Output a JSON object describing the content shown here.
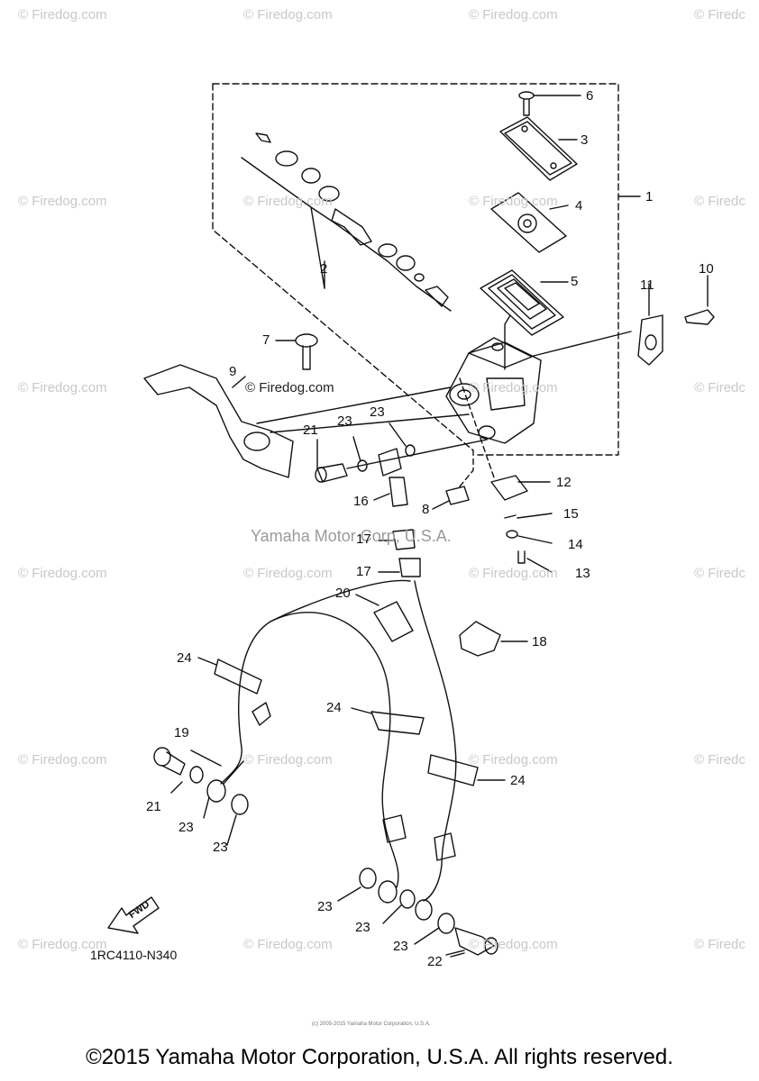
{
  "watermark_text": "© Firedog.com",
  "watermark_partial": "© Firedc",
  "inline_watermark": "© Firedog.com",
  "yamaha_watermark": "Yamaha Motor Corp, U.S.A.",
  "fwd_label": "FWD",
  "part_code": "1RC4110-N340",
  "tiny_copyright": "(c) 2005-2015 Yamaha Motor Corporation, U.S.A.",
  "copyright": "©2015 Yamaha Motor Corporation, U.S.A. All rights reserved.",
  "callouts": [
    {
      "id": "1",
      "label": "1"
    },
    {
      "id": "2",
      "label": "2"
    },
    {
      "id": "3",
      "label": "3"
    },
    {
      "id": "4",
      "label": "4"
    },
    {
      "id": "5",
      "label": "5"
    },
    {
      "id": "6",
      "label": "6"
    },
    {
      "id": "7",
      "label": "7"
    },
    {
      "id": "8",
      "label": "8"
    },
    {
      "id": "9",
      "label": "9"
    },
    {
      "id": "10",
      "label": "10"
    },
    {
      "id": "11",
      "label": "11"
    },
    {
      "id": "12",
      "label": "12"
    },
    {
      "id": "13",
      "label": "13"
    },
    {
      "id": "14",
      "label": "14"
    },
    {
      "id": "15",
      "label": "15"
    },
    {
      "id": "16",
      "label": "16"
    },
    {
      "id": "17a",
      "label": "17"
    },
    {
      "id": "17b",
      "label": "17"
    },
    {
      "id": "18",
      "label": "18"
    },
    {
      "id": "19",
      "label": "19"
    },
    {
      "id": "20",
      "label": "20"
    },
    {
      "id": "21a",
      "label": "21"
    },
    {
      "id": "21b",
      "label": "21"
    },
    {
      "id": "22",
      "label": "22"
    },
    {
      "id": "23a",
      "label": "23"
    },
    {
      "id": "23b",
      "label": "23"
    },
    {
      "id": "23c",
      "label": "23"
    },
    {
      "id": "23d",
      "label": "23"
    },
    {
      "id": "23e",
      "label": "23"
    },
    {
      "id": "23f",
      "label": "23"
    },
    {
      "id": "23g",
      "label": "23"
    },
    {
      "id": "24a",
      "label": "24"
    },
    {
      "id": "24b",
      "label": "24"
    },
    {
      "id": "24c",
      "label": "24"
    }
  ]
}
